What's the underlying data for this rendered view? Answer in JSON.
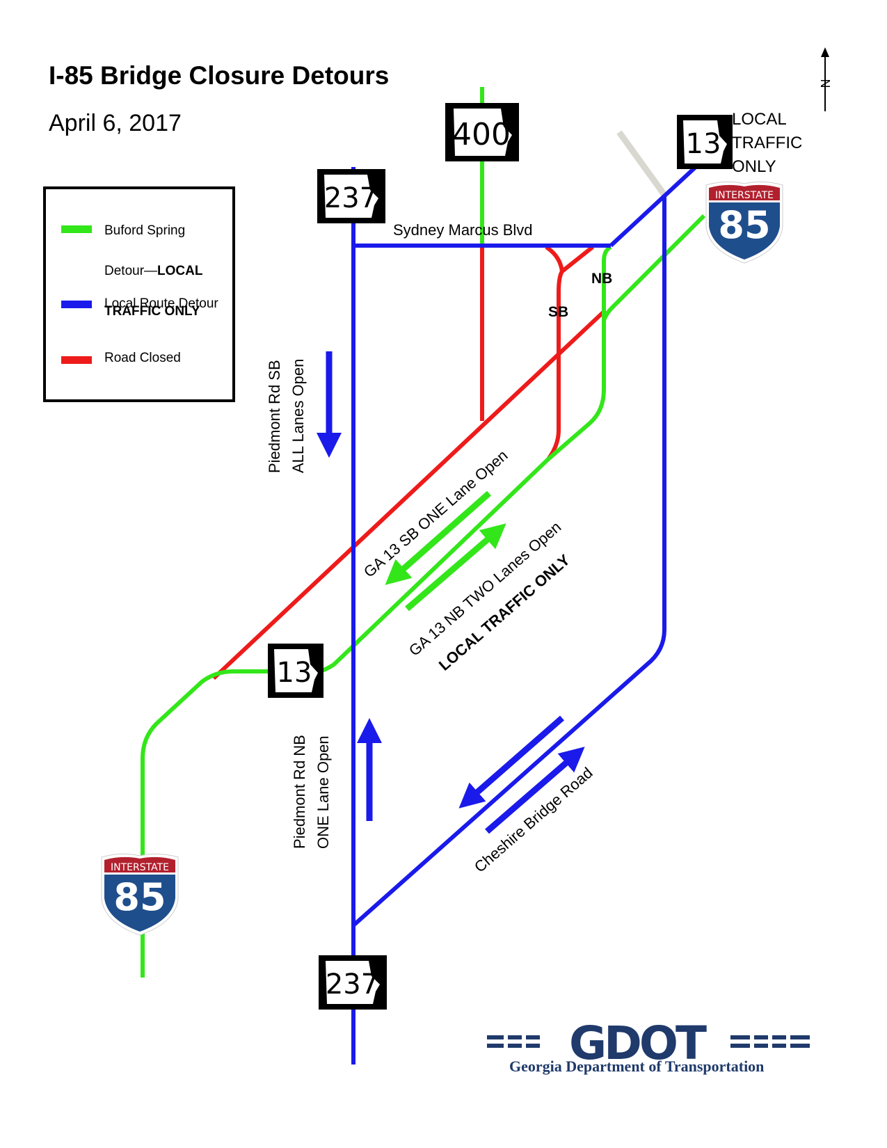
{
  "title": "I-85 Bridge Closure Detours",
  "date": "April 6, 2017",
  "legend": {
    "items": [
      {
        "id": "green",
        "color": "#33e61a",
        "line1": "Buford Spring",
        "line2_plain": "Detour—",
        "line2_bold": "LOCAL",
        "line3_bold": "TRAFFIC ONLY"
      },
      {
        "id": "blue",
        "color": "#1a1aeb",
        "label": "Local Route Detour"
      },
      {
        "id": "red",
        "color": "#ee1b1b",
        "label": "Road Closed"
      }
    ]
  },
  "colors": {
    "detour": "#33e61a",
    "local": "#1a1aeb",
    "closed": "#ee1b1b",
    "interstate_blue": "#1f4e8c",
    "interstate_red": "#b2202e",
    "gray": "#d8d8d0"
  },
  "shields": {
    "ga400": "400",
    "ga237_top": "237",
    "ga237_bottom": "237",
    "ga13_top": "13",
    "ga13_mid": "13",
    "interstate_word": "INTERSTATE",
    "i85_top": "85",
    "i85_bottom": "85"
  },
  "labels": {
    "local_traffic_only_top": "LOCAL\nTRAFFIC\nONLY",
    "sydney_marcus": "Sydney Marcus Blvd",
    "nb": "NB",
    "sb": "SB",
    "piedmont_sb_1": "Piedmont Rd SB",
    "piedmont_sb_2": "ALL Lanes Open",
    "piedmont_nb_1": "Piedmont Rd NB",
    "piedmont_nb_2": "ONE Lane Open",
    "ga13_sb": "GA 13 SB ONE Lane Open",
    "ga13_nb": "GA 13 NB TWO Lanes Open",
    "local_traffic_only": "LOCAL TRAFFIC ONLY",
    "cheshire": "Cheshire Bridge Road",
    "north": "N"
  },
  "gdot": {
    "logo": "GDOT",
    "name": "Georgia Department of Transportation"
  }
}
